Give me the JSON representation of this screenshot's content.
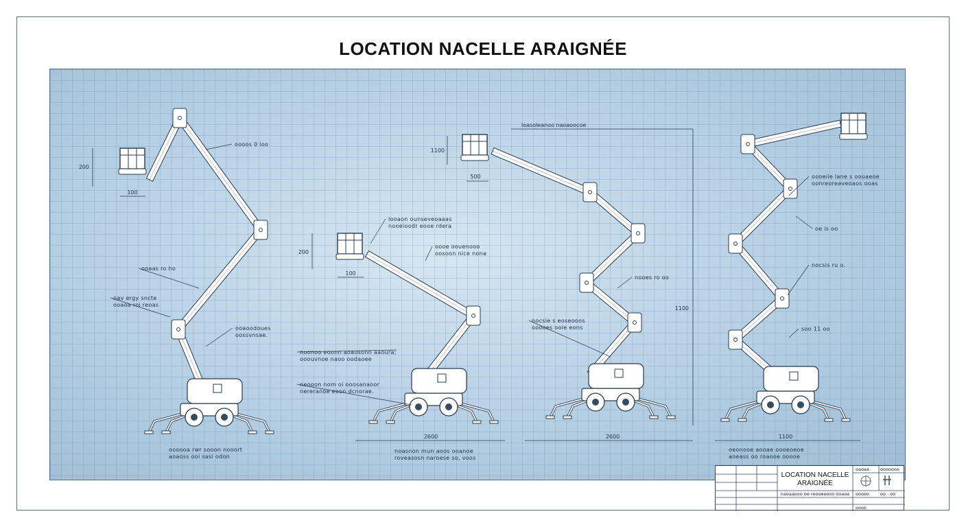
{
  "title": "LOCATION NACELLE ARAIGNÉE",
  "machines": [
    {
      "dims": {
        "width": "100",
        "height": "200",
        "top": ""
      },
      "labels": [
        "oooos 0 ioo",
        "ooaas ro ho",
        "nav ergy sncte",
        "ooaoa roi reoas",
        "ooaoodoues",
        "oossvnsae.",
        "oooooa rwr sooon nooort",
        "aoaoss ooi sasi odon"
      ]
    },
    {
      "dims": {
        "width": "100",
        "height": "200",
        "base": "2600"
      },
      "labels": [
        "looaon ounseveoaaas",
        "nooeioodr eooe rdera",
        "oooe oouenooo",
        "oosoon nice nona",
        "nuonoo eoonn aoausonn aaoura;",
        "ooouvnoe naoo oodaoee",
        "neooon nom oi ooosanaoor",
        "nereranoe eoon dcnorae.",
        "noasnon mun aoos ooanoe",
        "roveasosn naroese so, voos"
      ]
    },
    {
      "dims": {
        "width": "500",
        "height": "1100",
        "base": "2600",
        "top": "loasoleanoo naoaoocoe"
      },
      "labels": [
        "nooes ro oo",
        "nocsie s eoseooos",
        "ooooes ooie eons"
      ]
    },
    {
      "dims": {
        "base": "1100"
      },
      "labels": [
        "oooeiie lane s oouaeoe",
        "oonreoreaveoaos ooas",
        "oe is oo",
        "nocsis ru o.",
        "soo 11 oo",
        "oeonooe aooae oooeoeoe",
        "aoeass oo roaooe ooooe"
      ]
    }
  ],
  "title_block": {
    "title_line1": "LOCATION NACELLE",
    "title_line2": "ARAIGNÉE",
    "subtitle": "naoaaooo oe reooeeooo ooaoe",
    "col_head_left": "oaoaa",
    "col_head_right": "ooooooo",
    "scale": "oo : oo",
    "sheet": "ooooo",
    "row_label": "oooo"
  },
  "colors": {
    "panel": "#b9d2e5",
    "line": "#1d2f45",
    "machine": "#ffffff",
    "frame": "#5b6b80"
  }
}
